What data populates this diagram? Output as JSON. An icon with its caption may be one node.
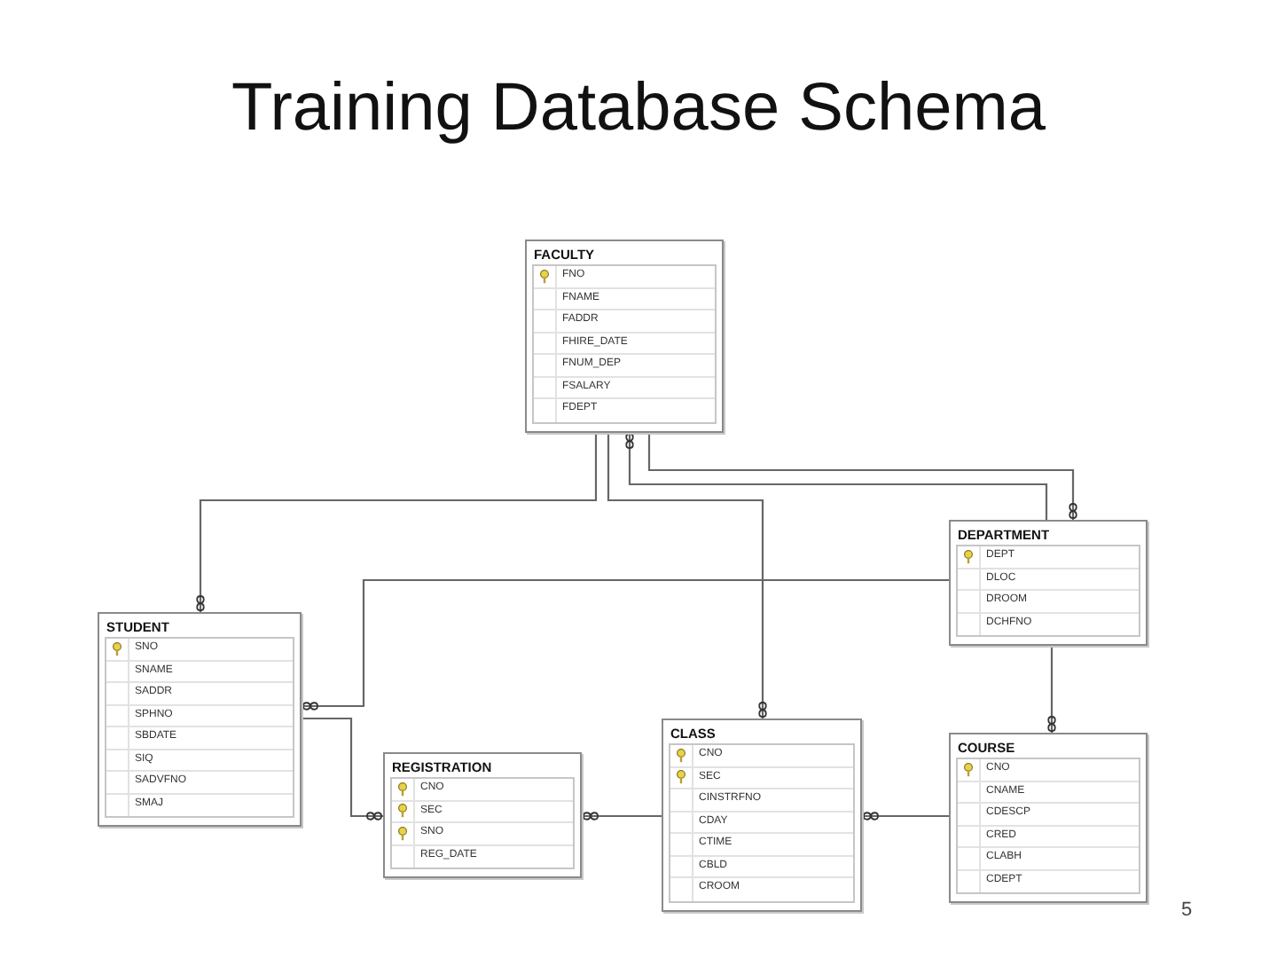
{
  "diagram": {
    "title": "Training Database Schema",
    "nodes": [
      {
        "text": [
          "FACULTY",
          "FNO",
          "FNAME",
          "FADDR",
          "FHIRE_DATE",
          "FNUM_DEP",
          "FSALARY",
          "FDEPT"
        ]
      },
      {
        "text": [
          "DEPARTMENT",
          "DEPT",
          "DLOC",
          "DROOM",
          "DCHFNO"
        ]
      },
      {
        "text": [
          "STUDENT",
          "SNO",
          "SNAME",
          "SADDR",
          "SPHNO",
          "SBDATE",
          "SIQ",
          "SADVFNO",
          "SMAJ"
        ]
      },
      {
        "text": [
          "REGISTRATION",
          "CNO",
          "SEC",
          "SNO",
          "REG_DATE"
        ]
      },
      {
        "text": [
          "CLASS",
          "CNO",
          "SEC",
          "CINSTRFNO",
          "CDAY",
          "CTIME",
          "CBLD",
          "CROOM"
        ]
      },
      {
        "text": [
          "COURSE",
          "CNO",
          "CNAME",
          "CDESCP",
          "CRED",
          "CLABH",
          "CDEPT"
        ]
      }
    ],
    "edges": [
      {
        "from": 0,
        "to": 2,
        "arrow": "other"
      },
      {
        "from": 0,
        "to": 4,
        "arrow": "other"
      },
      {
        "from": 0,
        "to": 1,
        "arrow": "other"
      },
      {
        "from": 1,
        "to": 0,
        "arrow": "other"
      },
      {
        "from": 1,
        "to": 2,
        "arrow": "other"
      },
      {
        "from": 2,
        "to": 3,
        "arrow": "other"
      },
      {
        "from": 4,
        "to": 3,
        "arrow": "other"
      },
      {
        "from": 5,
        "to": 4,
        "arrow": "other"
      },
      {
        "from": 1,
        "to": 5,
        "arrow": "other"
      }
    ],
    "labels": [
      "5"
    ]
  }
}
